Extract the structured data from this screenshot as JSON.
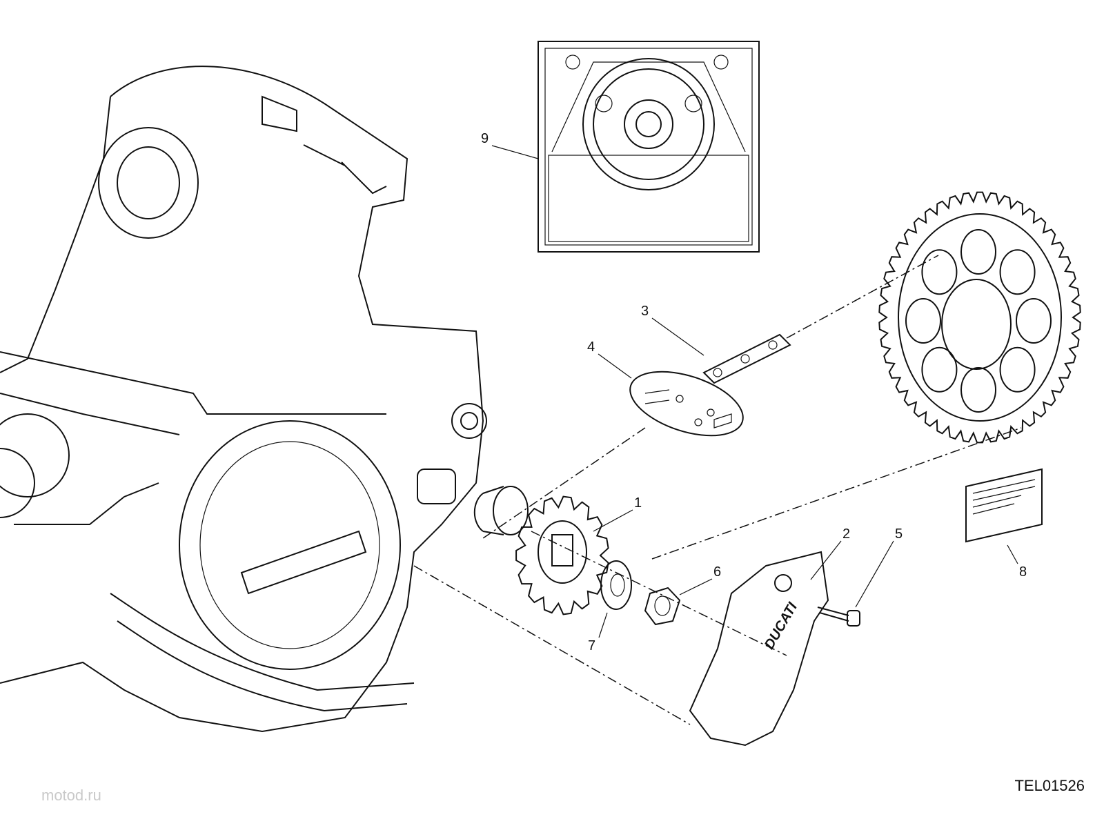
{
  "watermark": "motod.ru",
  "drawing_code": "TEL01526",
  "brand_on_part": "DUCATI",
  "callouts": [
    {
      "number": "9",
      "part": "chain-kit"
    },
    {
      "number": "3",
      "part": "chain"
    },
    {
      "number": "4",
      "part": "chain-link-kit"
    },
    {
      "number": "1",
      "part": "front-sprocket"
    },
    {
      "number": "2",
      "part": "sprocket-cover"
    },
    {
      "number": "5",
      "part": "screw"
    },
    {
      "number": "6",
      "part": "nut"
    },
    {
      "number": "7",
      "part": "lock-washer"
    },
    {
      "number": "8",
      "part": "label"
    }
  ]
}
